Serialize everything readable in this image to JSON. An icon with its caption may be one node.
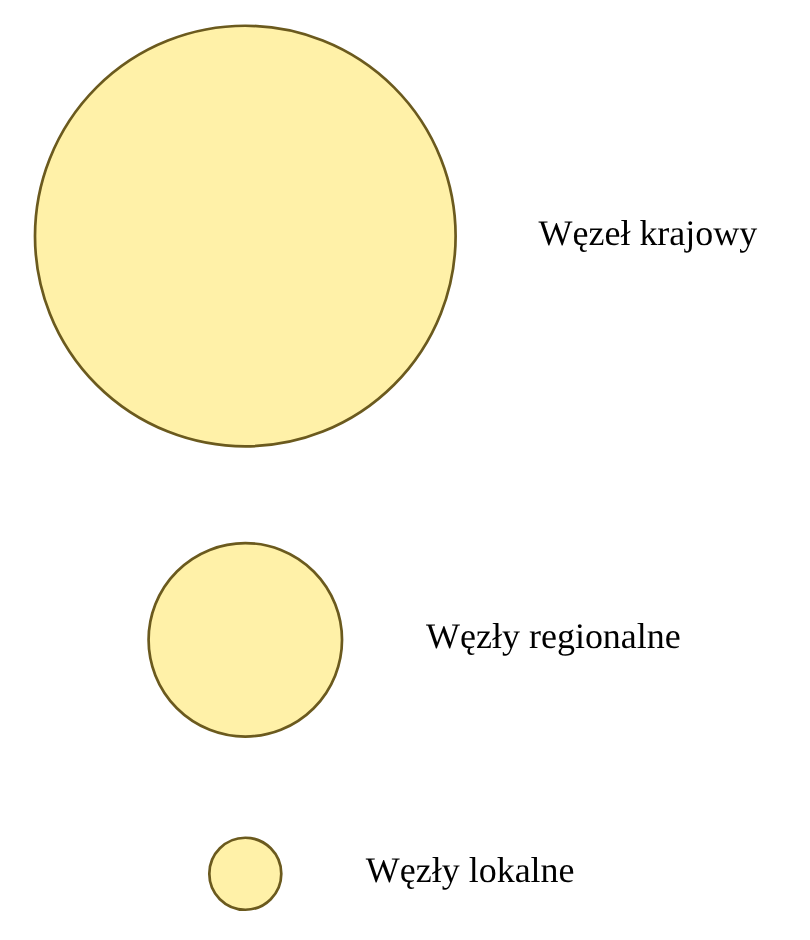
{
  "diagram": {
    "nodes": [
      {
        "text": [],
        "shape": "circle",
        "beside": [
          "Węzeł krajowy"
        ]
      },
      {
        "text": [],
        "shape": "circle",
        "beside": [
          "Węzły regionalne"
        ]
      },
      {
        "text": [],
        "shape": "circle",
        "beside": [
          "Węzły lokalne"
        ]
      }
    ]
  }
}
